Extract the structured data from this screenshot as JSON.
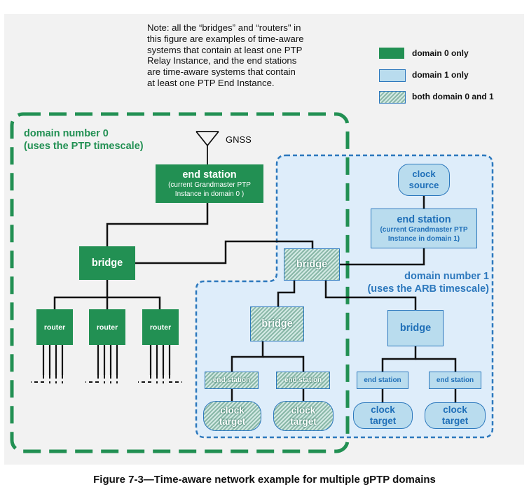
{
  "note": "Note: all the “bridges” and “routers\" in this figure are examples of time-aware systems that contain at least one PTP Relay Instance, and the end stations are time-aware  systems that contain at least one PTP End Instance.",
  "legend": [
    {
      "label": "domain 0 only",
      "swatch": "green"
    },
    {
      "label": "domain 1 only",
      "swatch": "blue"
    },
    {
      "label": "both domain 0 and 1",
      "swatch": "hatched"
    }
  ],
  "domain0": {
    "line1": "domain number 0",
    "line2": "(uses the PTP timescale)"
  },
  "domain1": {
    "line1": "domain number 1",
    "line2": "(uses the ARB timescale)"
  },
  "gnss_label": "GNSS",
  "gm0": {
    "title": "end station",
    "subtitle1": "(current Grandmaster PTP",
    "subtitle2": "Instance in domain 0 )"
  },
  "gm1": {
    "title": "end station",
    "subtitle1": "(current Grandmaster PTP",
    "subtitle2": "Instance in domain 1)"
  },
  "clock_source": {
    "line1": "clock",
    "line2": "source"
  },
  "bridge_label": "bridge",
  "router_label": "router",
  "end_station_label": "end station",
  "clock_target": {
    "line1": "clock",
    "line2": "target"
  },
  "caption": "Figure 7-3—Time-aware network example for multiple gPTP domains",
  "colors": {
    "green": "#229053",
    "blue_fill": "#b9dcee",
    "blue_border": "#2c78bd",
    "region_fill": "#deedfa",
    "hatch_a": "#8ab8a8",
    "hatch_b": "#d3e9e4"
  }
}
